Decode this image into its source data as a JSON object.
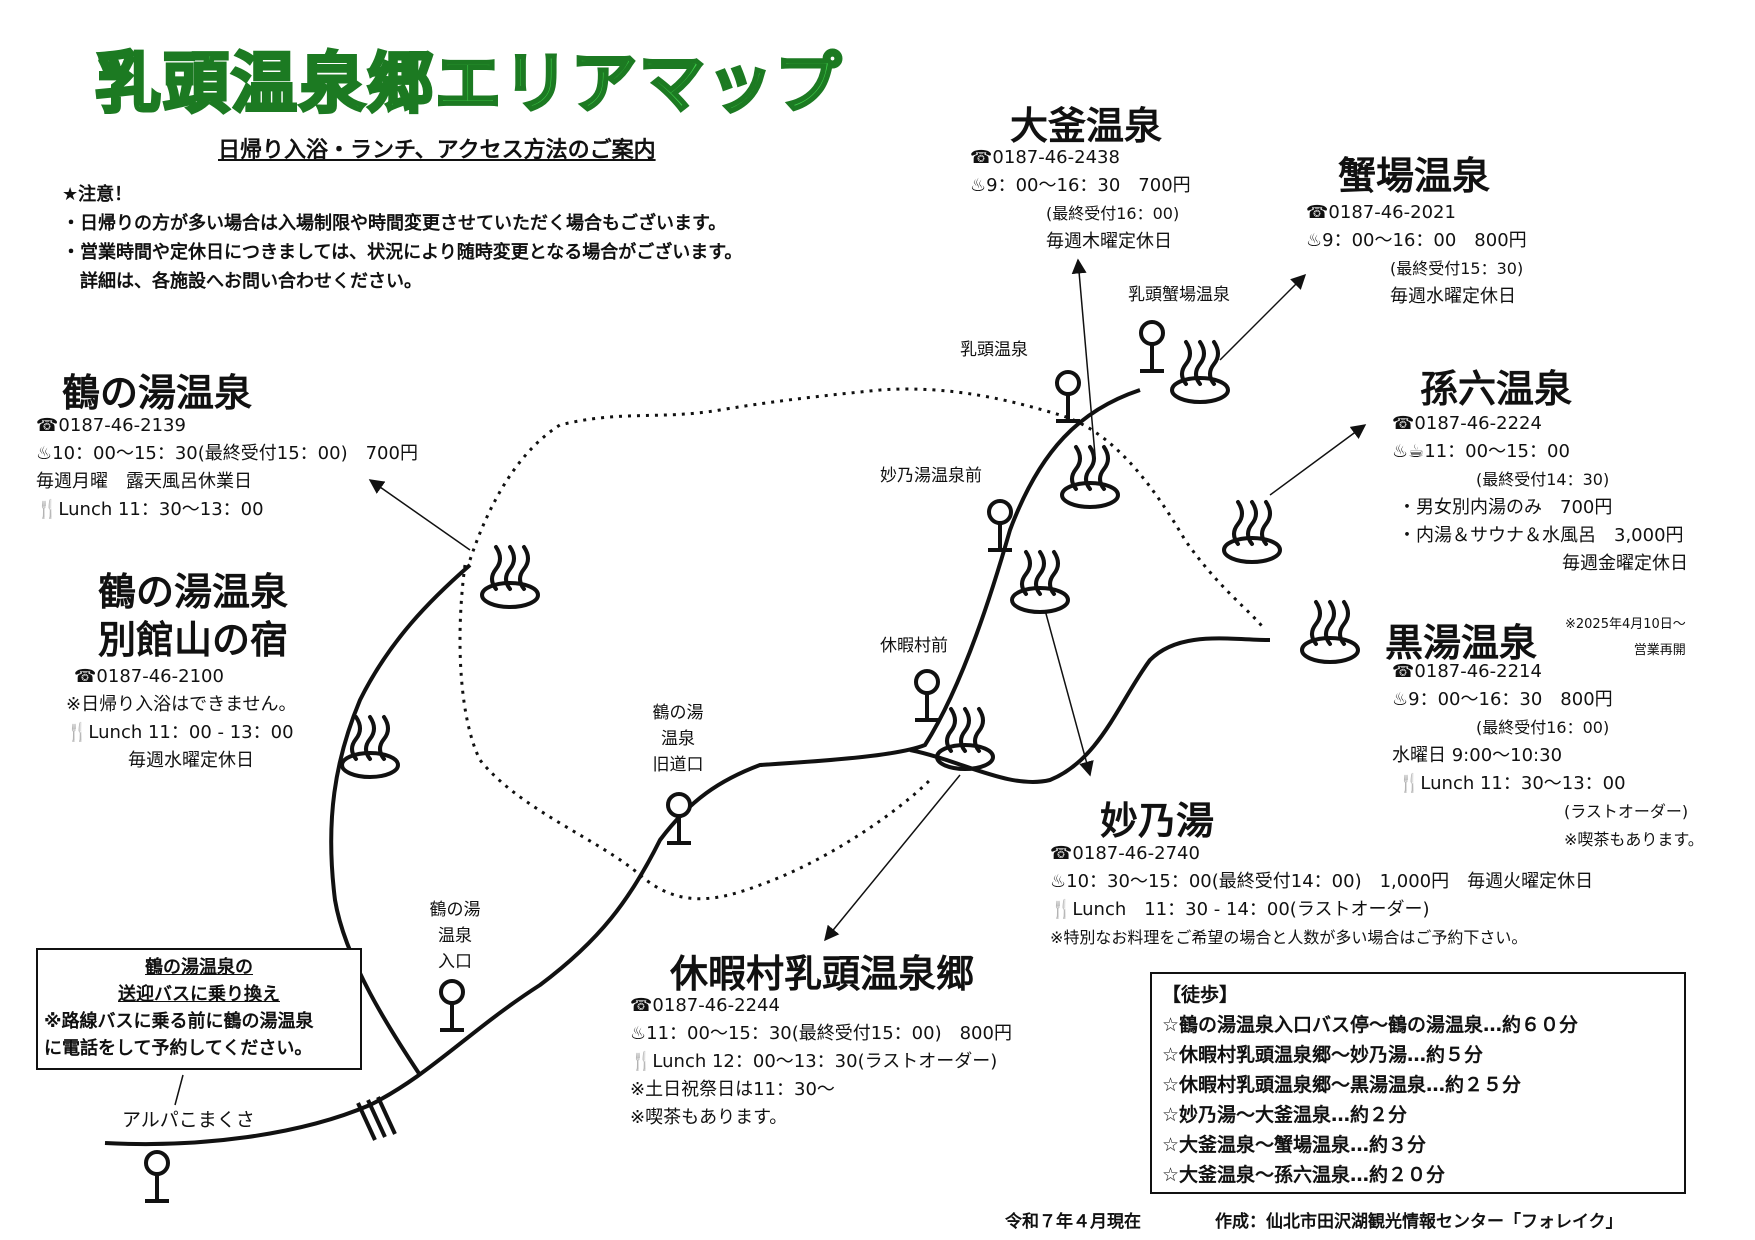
{
  "header": {
    "title": "乳頭温泉郷エリアマップ",
    "subtitle": "日帰り入浴・ランチ、アクセス方法のご案内"
  },
  "notice": {
    "heading": "★注意！",
    "lines": [
      "・日帰りの方が多い場合は入場制限や時間変更させていただく場合もございます。",
      "・営業時間や定休日につきましては、状況により随時変更となる場合がございます。",
      "　詳細は、各施設へお問い合わせください。"
    ]
  },
  "onsen": {
    "tsurunoyu": {
      "name": "鶴の湯温泉",
      "tel": "☎0187-46-2139",
      "hours": "♨10：00～15：30(最終受付15：00)　700円",
      "closed": "毎週月曜　露天風呂休業日",
      "lunch": "🍴Lunch 11：30～13：00"
    },
    "bekkan": {
      "name1": "鶴の湯温泉",
      "name2": "別館山の宿",
      "tel": "☎0187-46-2100",
      "note": "※日帰り入浴はできません。",
      "lunch": "🍴Lunch 11：00 - 13：00",
      "closed": "毎週水曜定休日"
    },
    "ogama": {
      "name": "大釜温泉",
      "tel": "☎0187-46-2438",
      "hours": "♨9：00～16：30　700円",
      "reception": "(最終受付16：00)",
      "closed": "毎週木曜定休日"
    },
    "ganiba": {
      "name": "蟹場温泉",
      "tel": "☎0187-46-2021",
      "hours": "♨9：00～16：00　800円",
      "reception": "(最終受付15：30)",
      "closed": "毎週水曜定休日"
    },
    "magoroku": {
      "name": "孫六温泉",
      "tel": "☎0187-46-2224",
      "hours": "♨☕11：00～15：00",
      "reception": "(最終受付14：30)",
      "option1": "・男女別内湯のみ　700円",
      "option2": "・内湯＆サウナ＆水風呂　3,000円",
      "closed": "毎週金曜定休日"
    },
    "kuroyu": {
      "name": "黒湯温泉",
      "reopen1": "※2025年4月10日～",
      "reopen2": "営業再開",
      "tel": "☎0187-46-2214",
      "hours": "♨9：00～16：30　800円",
      "reception": "(最終受付16：00)",
      "wednesday": "水曜日 9:00～10:30",
      "lunch": "🍴Lunch 11：30～13：00",
      "lastorder": "(ラストオーダー)",
      "cafe": "※喫茶もあります。"
    },
    "taenoyu": {
      "name": "妙乃湯",
      "tel": "☎0187-46-2740",
      "hours": "♨10：30～15：00(最終受付14：00)　1,000円　毎週火曜定休日",
      "lunch": "🍴Lunch　11：30 - 14：00(ラストオーダー)",
      "note": "※特別なお料理をご希望の場合と人数が多い場合はご予約下さい。"
    },
    "kyukamura": {
      "name": "休暇村乳頭温泉郷",
      "tel": "☎0187-46-2244",
      "hours": "♨11：00～15：30(最終受付15：00)　800円",
      "lunch": "🍴Lunch 12：00～13：30(ラストオーダー)",
      "weekend": "※土日祝祭日は11：30～",
      "cafe": "※喫茶もあります。"
    }
  },
  "stops": {
    "nyuto": "乳頭温泉",
    "ganiba": "乳頭蟹場温泉",
    "taenoyu_mae": "妙乃湯温泉前",
    "kyukamura_mae": "休暇村前",
    "kyudo1": "鶴の湯",
    "kyudo2": "温泉",
    "kyudo3": "旧道口",
    "iriguchi1": "鶴の湯",
    "iriguchi2": "温泉",
    "iriguchi3": "入口",
    "alpa": "アルパこまくさ"
  },
  "shuttle": {
    "line1": "鶴の湯温泉の",
    "line2": "送迎バスに乗り換え",
    "line3": "※路線バスに乗る前に鶴の湯温泉",
    "line4": "に電話をして予約してください。"
  },
  "walking": {
    "heading": "【徒歩】",
    "routes": [
      "☆鶴の湯温泉入口バス停～鶴の湯温泉…約６０分",
      "☆休暇村乳頭温泉郷～妙乃湯…約５分",
      "☆休暇村乳頭温泉郷～黒湯温泉…約２５分",
      "☆妙乃湯～大釜温泉…約２分",
      "☆大釜温泉～蟹場温泉…約３分",
      "☆大釜温泉～孫六温泉…約２０分"
    ]
  },
  "footer": {
    "date": "令和７年４月現在",
    "author": "作成：仙北市田沢湖観光情報センター「フォレイク」"
  },
  "colors": {
    "title_fill": "#3fd04a",
    "title_stroke": "#1c7a22"
  }
}
